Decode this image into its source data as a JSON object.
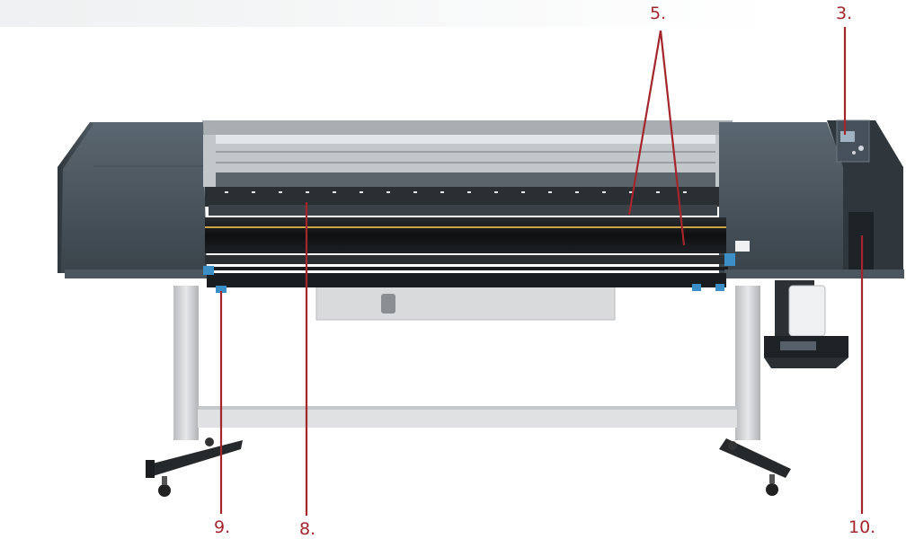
{
  "colors": {
    "callout": "#a4262c",
    "background": "#ffffff",
    "body_dark": "#3e4850",
    "body_mid": "#55616a",
    "frame_silver": "#c9ccce",
    "roller_black": "#101214",
    "accent_blue": "#3c8fc6"
  },
  "callouts": [
    {
      "id": "5",
      "label": "5."
    },
    {
      "id": "3",
      "label": "3."
    },
    {
      "id": "9",
      "label": "9."
    },
    {
      "id": "8",
      "label": "8."
    },
    {
      "id": "10",
      "label": "10."
    }
  ]
}
